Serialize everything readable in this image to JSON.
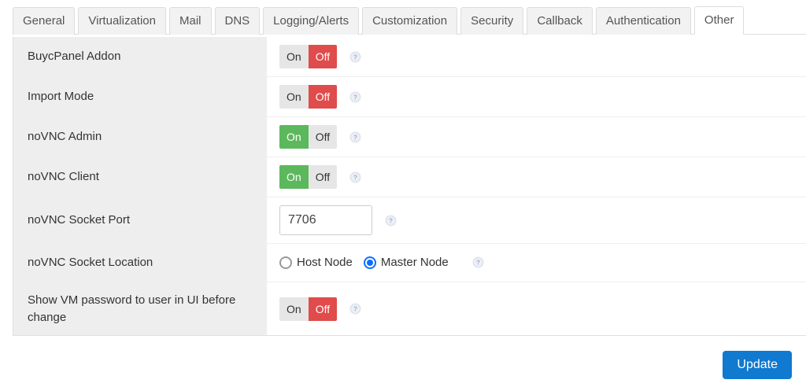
{
  "tabs": [
    {
      "label": "General",
      "active": false
    },
    {
      "label": "Virtualization",
      "active": false
    },
    {
      "label": "Mail",
      "active": false
    },
    {
      "label": "DNS",
      "active": false
    },
    {
      "label": "Logging/Alerts",
      "active": false
    },
    {
      "label": "Customization",
      "active": false
    },
    {
      "label": "Security",
      "active": false
    },
    {
      "label": "Callback",
      "active": false
    },
    {
      "label": "Authentication",
      "active": false
    },
    {
      "label": "Other",
      "active": true
    }
  ],
  "settings": {
    "toggle_labels": {
      "on": "On",
      "off": "Off"
    },
    "rows": [
      {
        "label": "BuycPanel Addon",
        "control": "toggle",
        "value": "Off",
        "help_icon": "help-circle-icon",
        "two_line": false
      },
      {
        "label": "Import Mode",
        "control": "toggle",
        "value": "Off",
        "help_icon": "help-circle-icon",
        "two_line": false
      },
      {
        "label": "noVNC Admin",
        "control": "toggle",
        "value": "On",
        "help_icon": "help-circle-icon",
        "two_line": false
      },
      {
        "label": "noVNC Client",
        "control": "toggle",
        "value": "On",
        "help_icon": "help-circle-icon",
        "two_line": false
      },
      {
        "label": "noVNC Socket Port",
        "control": "text",
        "value": "7706",
        "placeholder": "",
        "help_icon": "help-circle-icon",
        "two_line": false
      },
      {
        "label": "noVNC Socket Location",
        "control": "radio",
        "options": [
          {
            "label": "Host Node",
            "checked": false
          },
          {
            "label": "Master Node",
            "checked": true
          }
        ],
        "help_icon": "help-circle-icon",
        "two_line": false
      },
      {
        "label": "Show VM password to user in UI before change",
        "control": "toggle",
        "value": "Off",
        "help_icon": "help-circle-icon",
        "two_line": true
      }
    ]
  },
  "footer": {
    "update_label": "Update"
  },
  "colors": {
    "toggle_on": "#5cb85c",
    "toggle_off": "#e04b4b",
    "toggle_inactive": "#e6e6e6",
    "primary_button": "#1079d0",
    "radio_checked": "#0d6efd",
    "label_cell_bg": "#eeeeee"
  }
}
